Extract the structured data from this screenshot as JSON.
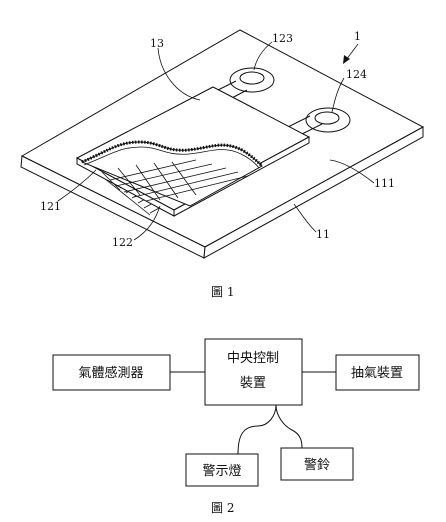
{
  "figure1": {
    "caption": "圖 1",
    "refs": {
      "r1": "1",
      "r13": "13",
      "r123": "123",
      "r124": "124",
      "r111": "111",
      "r121": "121",
      "r122": "122",
      "r11": "11"
    }
  },
  "figure2": {
    "caption": "圖 2",
    "boxes": {
      "controller_line1": "中央控制",
      "controller_line2": "裝置",
      "gas_sensor": "氣體感測器",
      "pump": "抽氣裝置",
      "warning_light": "警示燈",
      "alarm_bell": "警鈴"
    }
  }
}
